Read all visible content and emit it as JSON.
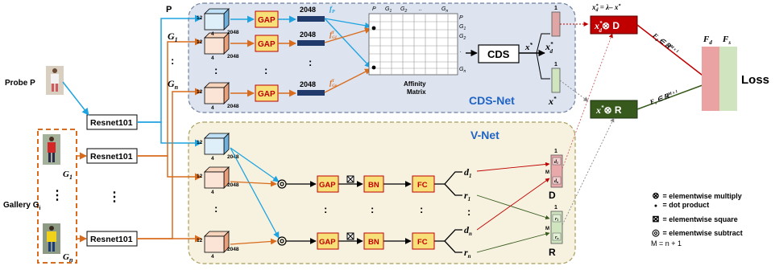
{
  "panels": {
    "cds_net": "CDS-Net",
    "v_net": "V-Net"
  },
  "inputs": {
    "probe_label": "Probe P",
    "gallery_label": "Gallery G",
    "gallery_sub": "i",
    "g1": "G",
    "gn": "G",
    "g1_sub": "1",
    "gn_sub": "n",
    "dots": "⋮"
  },
  "backbone": {
    "label": "Resnet101"
  },
  "branch_labels": {
    "p": "P",
    "g1": "G",
    "g1_sub": "1",
    "colon": ":",
    "gn": "G",
    "gn_sub": "n"
  },
  "tensor": {
    "h": "12",
    "w": "4",
    "c": "2048"
  },
  "ops": {
    "gap": "GAP",
    "bn": "BN",
    "fc": "FC",
    "cds": "CDS"
  },
  "features": {
    "dim": "2048",
    "fp": "f",
    "fp_sub": "P",
    "fg1": "f",
    "fg1_sup": "T",
    "fg1_sub": "G1",
    "fgn": "f",
    "fgn_sup": "T",
    "fgn_sub": "Gn"
  },
  "affinity": {
    "label_line1": "Affinity",
    "label_line2": "Matrix",
    "cols": [
      "P",
      "G",
      "G",
      "..",
      "G"
    ],
    "col_subs": [
      "",
      "1",
      "2",
      "",
      "n"
    ],
    "rows": [
      "P",
      "G",
      "G",
      ".",
      "G"
    ],
    "row_subs": [
      "",
      "1",
      "2",
      "",
      "n"
    ]
  },
  "cds_outputs": {
    "x_star": "x",
    "xd": "x",
    "xd_sub": "d",
    "xs": "x",
    "one": "1"
  },
  "products": {
    "top_formula": "x",
    "top_formula_rest": " =  λ– x",
    "top_box": "x",
    "top_box_op": "⊗ D",
    "bottom_box": "x",
    "bottom_box_op": "⊗ R"
  },
  "dims": {
    "fd_label": "F",
    "fd_sub": "d",
    "fd_dim": " ∈  ℝ",
    "fd_exp": "M x 1",
    "fs_label": "F",
    "fs_sub": "s",
    "fs_dim": " ∈  ℝ",
    "fs_exp": "M x 1"
  },
  "loss": {
    "label": "Loss",
    "fd": "F",
    "fd_sub": "d",
    "fs": "F",
    "fs_sub": "s"
  },
  "vnet_outputs": {
    "d1": "d",
    "d1_sub": "1",
    "r1": "r",
    "r1_sub": "1",
    "dn": "d",
    "dn_sub": "n",
    "rn": "r",
    "rn_sub": "n",
    "D": "D",
    "R": "R",
    "one": "1",
    "M": "M"
  },
  "legend": {
    "sym1": "⊗",
    "text1": " = elementwise multiply",
    "sym2": "●",
    "text2": " = dot product",
    "sym3": "⊠",
    "text3": " = elementwise square",
    "sym4": "◎",
    "text4": " = elementwise subtract",
    "text5": "M = n + 1"
  },
  "colors": {
    "cds_panel": "#dde4f0",
    "vnet_panel": "#f6f2df",
    "gap_fill": "#f8e079",
    "gap_stroke": "#c00000",
    "cyan": "#1fa3e0",
    "orange": "#d96b1c",
    "red_box": "#c00000",
    "green_box": "#375a1c",
    "fd_bar": "#eaa2a2",
    "fs_bar": "#cfe4bf"
  }
}
